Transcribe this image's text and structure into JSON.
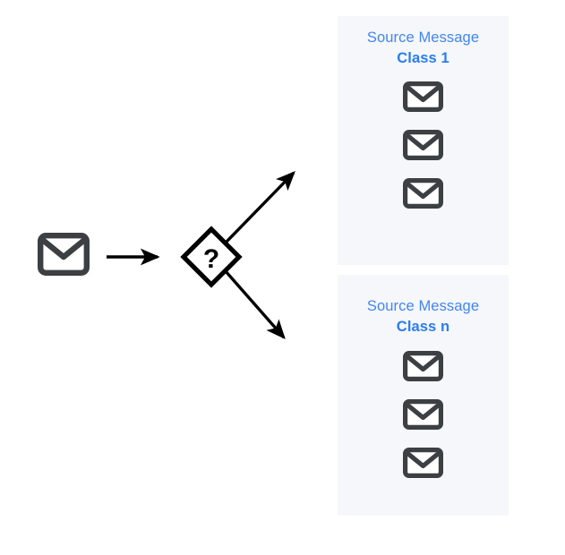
{
  "diagram": {
    "title": "Message classification routing diagram",
    "background_color": "#ffffff",
    "panel_background_color": "#f5f7fa",
    "accent_blue": "#4285f4",
    "accent_blue_bold": "#2b7cf0",
    "icon_gray": "#3c4043",
    "stroke_black": "#000000"
  },
  "source": {
    "icon": "envelope-icon",
    "label": ""
  },
  "decision": {
    "icon": "diamond-shape",
    "symbol": "?"
  },
  "arrows": [
    {
      "name": "arrow-source-to-decision",
      "direction": "right"
    },
    {
      "name": "arrow-decision-to-class-1",
      "direction": "up-right"
    },
    {
      "name": "arrow-decision-to-class-n",
      "direction": "down-right"
    }
  ],
  "panels": [
    {
      "id": "class-1",
      "source_label": "Source Message",
      "class_label": "Class 1",
      "messages": [
        {
          "icon": "envelope-icon"
        },
        {
          "icon": "envelope-icon"
        },
        {
          "icon": "envelope-icon"
        }
      ]
    },
    {
      "id": "class-n",
      "source_label": "Source Message",
      "class_label": "Class n",
      "messages": [
        {
          "icon": "envelope-icon"
        },
        {
          "icon": "envelope-icon"
        },
        {
          "icon": "envelope-icon"
        }
      ]
    }
  ]
}
